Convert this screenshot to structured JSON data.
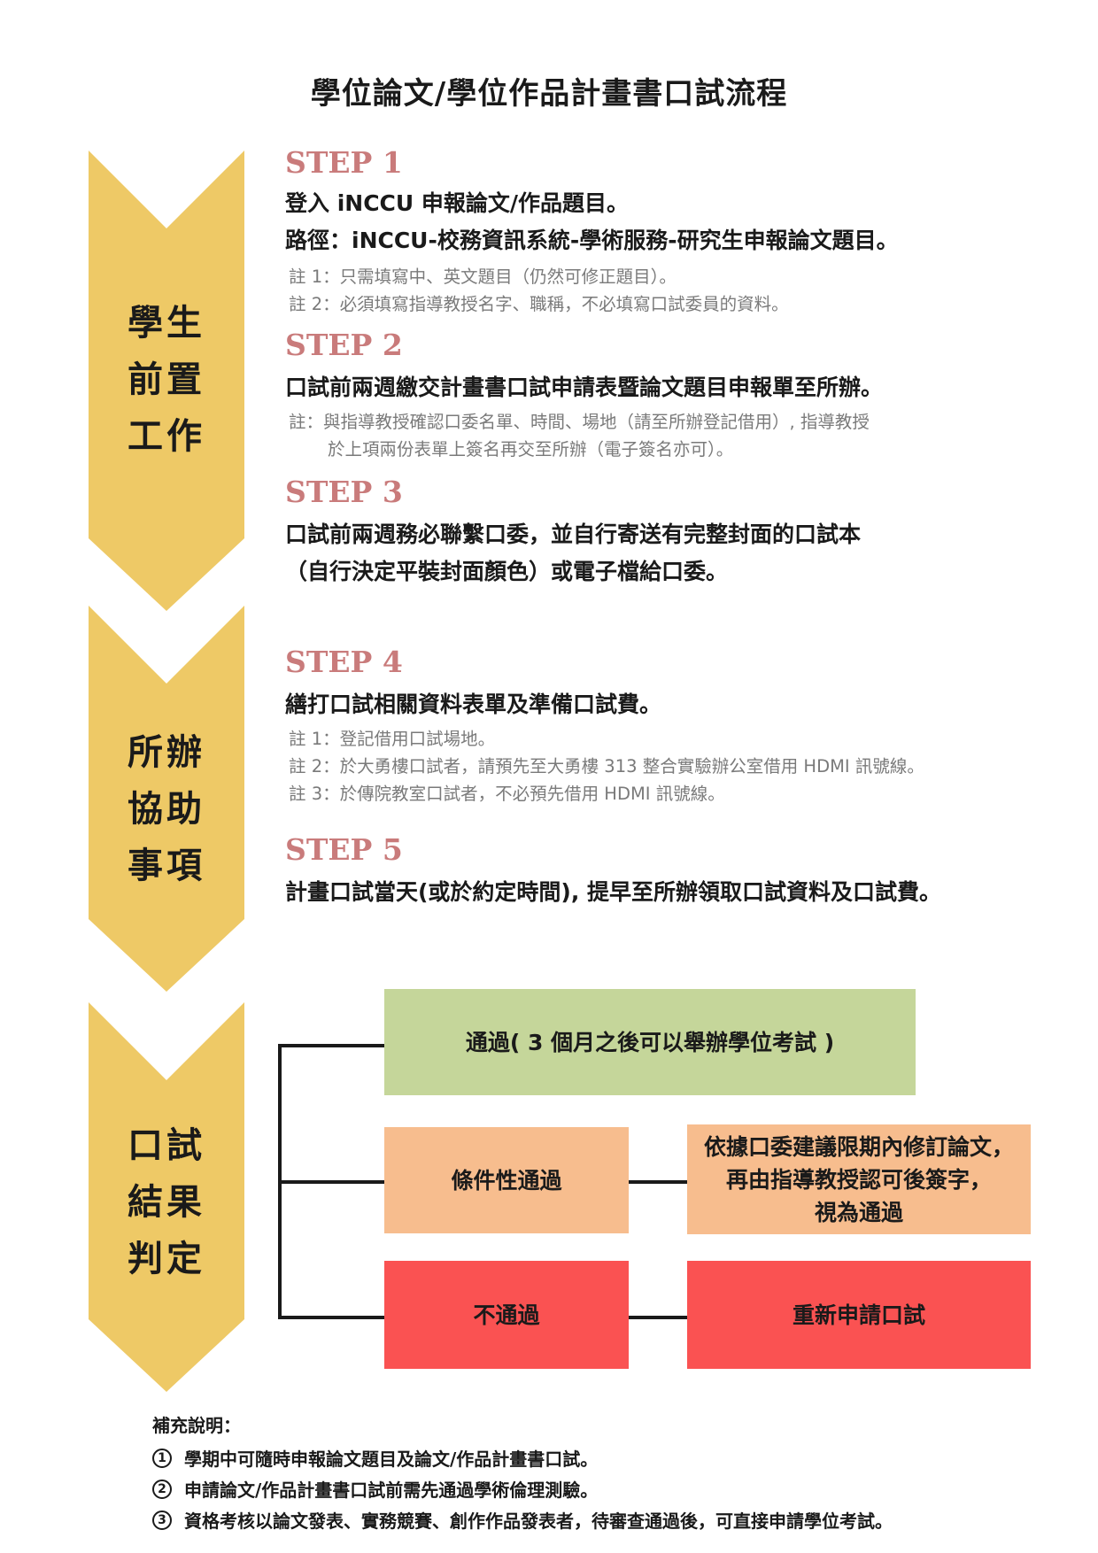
{
  "title": "學位論文/學位作品計畫書口試流程",
  "colors": {
    "chevron": "#eec966",
    "step_heading": "#c97b7b",
    "note_text": "#7a7a7a",
    "pass_box": "#c5d69a",
    "conditional_box": "#f7bd8e",
    "fail_box": "#fa5252"
  },
  "phases": [
    {
      "lines": [
        "學生",
        "前置",
        "工作"
      ]
    },
    {
      "lines": [
        "所辦",
        "協助",
        "事項"
      ]
    },
    {
      "lines": [
        "口試",
        "結果",
        "判定"
      ]
    }
  ],
  "steps": [
    {
      "heading": "STEP 1",
      "main": [
        "登入 iNCCU 申報論文/作品題目。",
        "路徑：iNCCU-校務資訊系統-學術服務-研究生申報論文題目。"
      ],
      "notes": [
        "註 1：只需填寫中、英文題目（仍然可修正題目）。",
        "註 2：必須填寫指導教授名字、職稱，不必填寫口試委員的資料。"
      ]
    },
    {
      "heading": "STEP 2",
      "main": [
        "口試前兩週繳交計畫書口試申請表暨論文題目申報單至所辦。"
      ],
      "notes": [
        "註：與指導教授確認口委名單、時間、場地（請至所辦登記借用）, 指導教授",
        "於上項兩份表單上簽名再交至所辦（電子簽名亦可）。"
      ]
    },
    {
      "heading": "STEP 3",
      "main": [
        "口試前兩週務必聯繫口委，並自行寄送有完整封面的口試本",
        "（自行決定平裝封面顏色）或電子檔給口委。"
      ],
      "notes": []
    },
    {
      "heading": "STEP 4",
      "main": [
        "繕打口試相關資料表單及準備口試費。"
      ],
      "notes": [
        "註 1：登記借用口試場地。",
        "註 2：於大勇樓口試者，請預先至大勇樓 313 整合實驗辦公室借用 HDMI 訊號線。",
        "註 3：於傳院教室口試者，不必預先借用 HDMI 訊號線。"
      ]
    },
    {
      "heading": "STEP 5",
      "main": [
        "計畫口試當天(或於約定時間), 提早至所辦領取口試資料及口試費。"
      ],
      "notes": []
    }
  ],
  "results": {
    "pass": "通過( 3 個月之後可以舉辦學位考試 )",
    "conditional": "條件性通過",
    "conditional_followup": [
      "依據口委建議限期內修訂論文，",
      "再由指導教授認可後簽字，",
      "視為通過"
    ],
    "fail": "不通過",
    "fail_followup": "重新申請口試"
  },
  "supplement": {
    "title": "補充說明：",
    "items": [
      {
        "marker": "1",
        "text": "學期中可隨時申報論文題目及論文/作品計畫書口試。"
      },
      {
        "marker": "2",
        "text": "申請論文/作品計畫書口試前需先通過學術倫理測驗。"
      },
      {
        "marker": "3",
        "text": "資格考核以論文發表、實務競賽、創作作品發表者，待審查通過後，可直接申請學位考試。"
      }
    ]
  }
}
